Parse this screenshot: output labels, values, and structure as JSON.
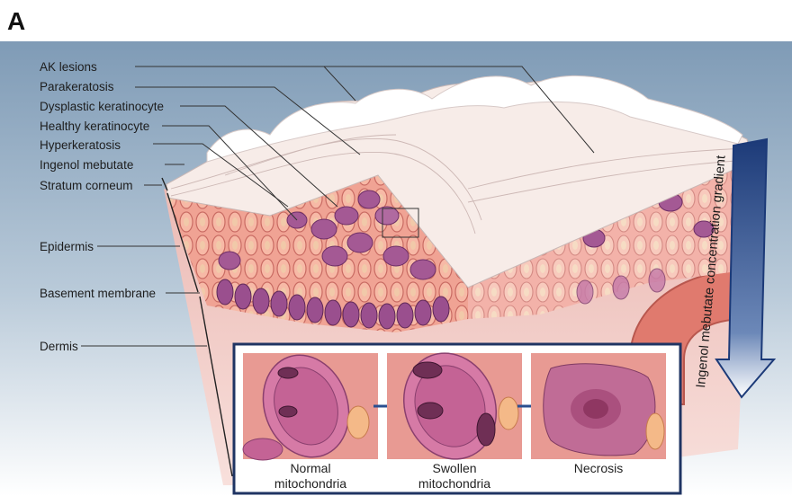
{
  "panel_letter": "A",
  "labels": {
    "ak_lesions": "AK lesions",
    "parakeratosis": "Parakeratosis",
    "dysplastic_keratinocyte": "Dysplastic keratinocyte",
    "healthy_keratinocyte": "Healthy keratinocyte",
    "hyperkeratosis": "Hyperkeratosis",
    "ingenol_mebutate": "Ingenol mebutate",
    "stratum_corneum": "Stratum corneum",
    "epidermis": "Epidermis",
    "basement_membrane": "Basement membrane",
    "dermis": "Dermis"
  },
  "gradient_label": "Ingenol mebutate concentration gradient",
  "inset": {
    "captions": [
      {
        "line1": "Normal",
        "line2": "mitochondria"
      },
      {
        "line1": "Swollen",
        "line2": "mitochondria"
      },
      {
        "line1": "Necrosis",
        "line2": ""
      }
    ]
  },
  "colors": {
    "background_top": "#8aa3bc",
    "background_bottom": "#ffffff",
    "gradient_arrow_dark": "#1c3a78",
    "inset_border": "#1f3463",
    "cell_purple": "#9a4f8e",
    "cell_pink": "#e98f84",
    "dermis": "#f2c4c0"
  }
}
